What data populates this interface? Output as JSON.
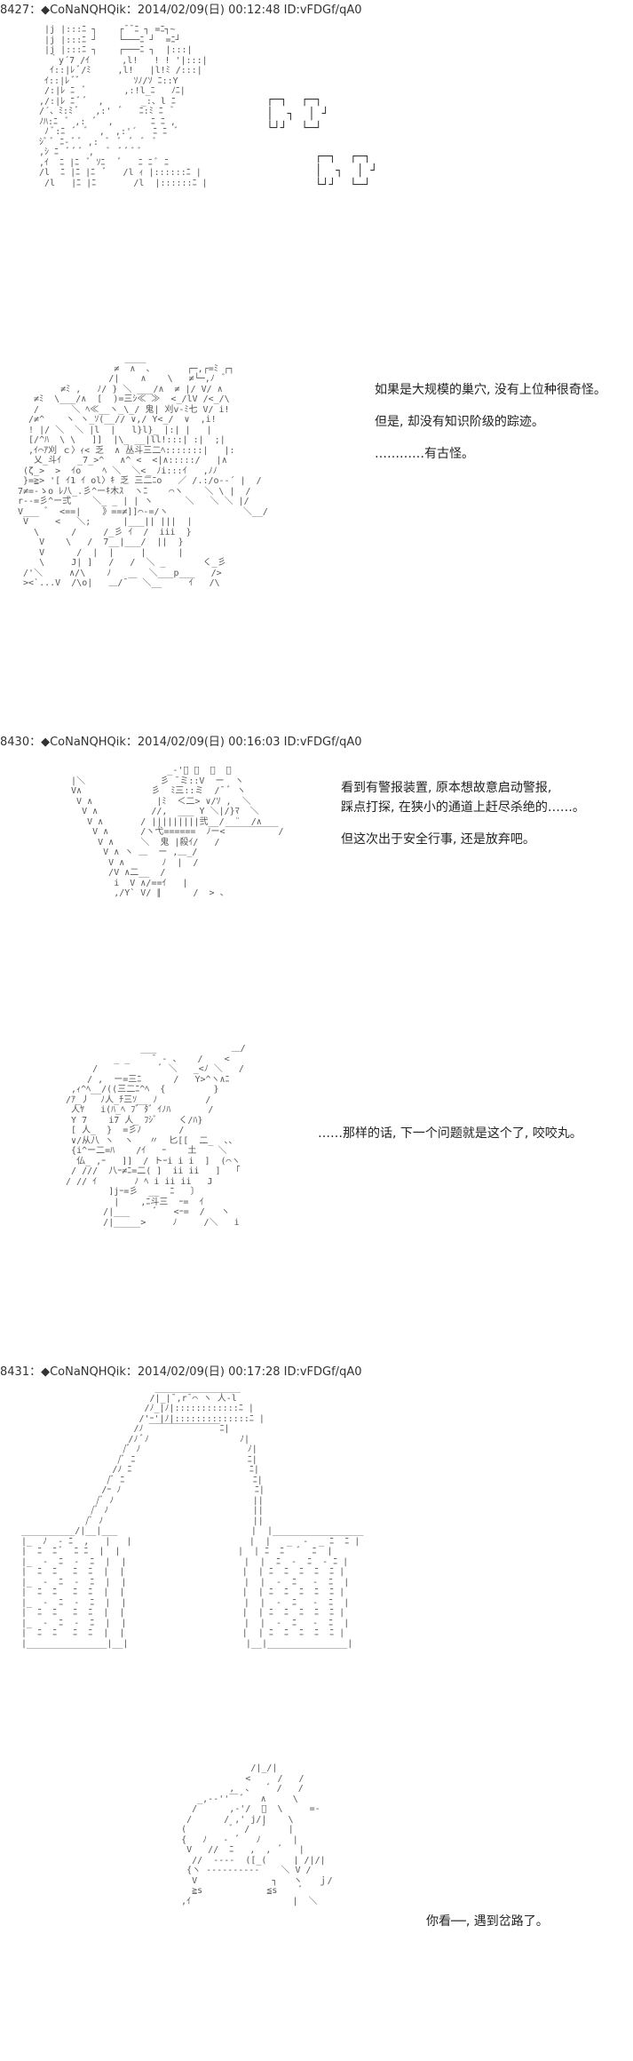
{
  "posts": [
    {
      "header": "8427：◆CoNaNQHQik：2014/02/09(日) 00:12:48 ID:vFDGf/qA0",
      "panels": [
        {
          "lines": []
        },
        {
          "lines": [
            "如果是大规模的巢穴, 没有上位种很奇怪。",
            "但是, 却没有知识阶级的踪迹。",
            "…………有古怪。"
          ]
        }
      ]
    },
    {
      "header": "8430：◆CoNaNQHQik：2014/02/09(日) 00:16:03 ID:vFDGf/qA0",
      "panels": [
        {
          "lines": [
            "看到有警报装置, 原本想故意启动警报,",
            "踩点打探, 在狭小的通道上赶尽杀绝的……。",
            "",
            "但这次出于安全行事, 还是放弃吧。"
          ]
        },
        {
          "lines": [
            "……那样的话, 下一个问题就是这个了, 咬咬丸。"
          ]
        }
      ]
    },
    {
      "header": "8431：◆CoNaNQHQik：2014/02/09(日) 00:17:28 ID:vFDGf/qA0",
      "panels": [
        {
          "lines": []
        },
        {
          "lines": [
            "你看──, 遇到岔路了。"
          ]
        }
      ]
    }
  ]
}
